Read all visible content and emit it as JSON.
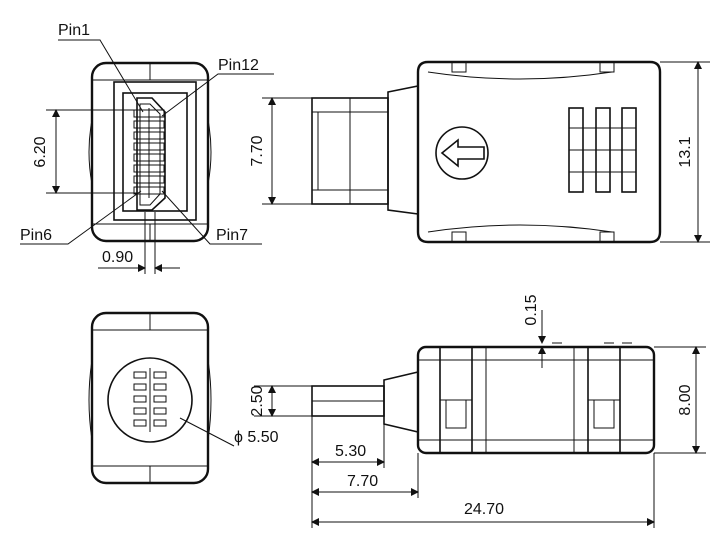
{
  "labels": {
    "pin1": "Pin1",
    "pin12": "Pin12",
    "pin6": "Pin6",
    "pin7": "Pin7"
  },
  "dimensions": {
    "d_620": "6.20",
    "d_090": "0.90",
    "d_770_h": "7.70",
    "d_131": "13.1",
    "d_015": "0.15",
    "d_250": "2.50",
    "d_550": "ϕ 5.50",
    "d_800": "8.00",
    "d_530": "5.30",
    "d_770_w": "7.70",
    "d_2470": "24.70"
  }
}
